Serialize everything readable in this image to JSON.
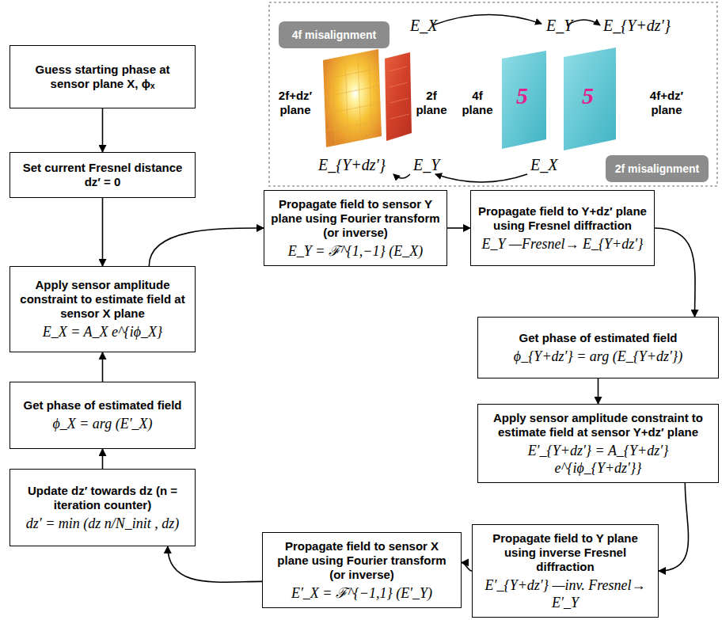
{
  "diagram": {
    "nodes": [
      {
        "text": [
          "Guess starting phase at sensor plane X, ϕₓ"
        ]
      },
      {
        "text": [
          "Set current Fresnel distance dz′ = 0"
        ]
      },
      {
        "text": [
          "Apply sensor amplitude constraint to estimate field at sensor X plane",
          "E_X = A_X e^{iϕ_X}"
        ]
      },
      {
        "text": [
          "Get phase of estimated field",
          "ϕ_X = arg (E′_X)"
        ]
      },
      {
        "text": [
          "Update dz′ towards dz (n = iteration counter)",
          "dz′ = min (dz n/N_init , dz)"
        ]
      },
      {
        "text": [
          "Propagate field to sensor Y plane using Fourier transform (or inverse)",
          "E_Y = ℱ^{1,−1} (E_X)"
        ]
      },
      {
        "text": [
          "Propagate field to Y+dz′ plane using Fresnel diffraction",
          "E_Y —Fresnel→ E_{Y+dz′}"
        ]
      },
      {
        "text": [
          "Get phase of estimated field",
          "ϕ_{Y+dz′} = arg (E_{Y+dz′})"
        ]
      },
      {
        "text": [
          "Apply sensor amplitude constraint to estimate field at sensor Y+dz′ plane",
          "E′_{Y+dz′} = A_{Y+dz′} e^{iϕ_{Y+dz′}}"
        ]
      },
      {
        "text": [
          "Propagate field to Y plane using inverse Fresnel diffraction",
          "E′_{Y+dz′} —inv. Fresnel→ E′_Y"
        ]
      },
      {
        "text": [
          "Propagate field to sensor X plane using Fourier transform (or inverse)",
          "E′_X = ℱ^{−1,1} (E′_Y)"
        ]
      },
      {
        "text": [
          "4f misalignment"
        ]
      },
      {
        "text": [
          "2f misalignment"
        ]
      }
    ],
    "edges": [
      {
        "from": 0,
        "to": 1,
        "arrow": "to"
      },
      {
        "from": 1,
        "to": 2,
        "arrow": "to"
      },
      {
        "from": 2,
        "to": 5,
        "arrow": "to"
      },
      {
        "from": 5,
        "to": 6,
        "arrow": "to"
      },
      {
        "from": 6,
        "to": 7,
        "arrow": "to"
      },
      {
        "from": 7,
        "to": 8,
        "arrow": "to"
      },
      {
        "from": 8,
        "to": 9,
        "arrow": "to"
      },
      {
        "from": 9,
        "to": 10,
        "arrow": "to"
      },
      {
        "from": 10,
        "to": 4,
        "arrow": "to"
      },
      {
        "from": 4,
        "to": 3,
        "arrow": "to"
      },
      {
        "from": 3,
        "to": 2,
        "arrow": "to"
      }
    ],
    "labels": [
      "E_X",
      "E_Y",
      "E_{Y+dz′}",
      "2f+dz′ plane",
      "2f plane",
      "4f plane",
      "4f+dz′ plane",
      "5",
      "5",
      "E_{Y+dz′}",
      "E_Y",
      "E_X"
    ]
  }
}
